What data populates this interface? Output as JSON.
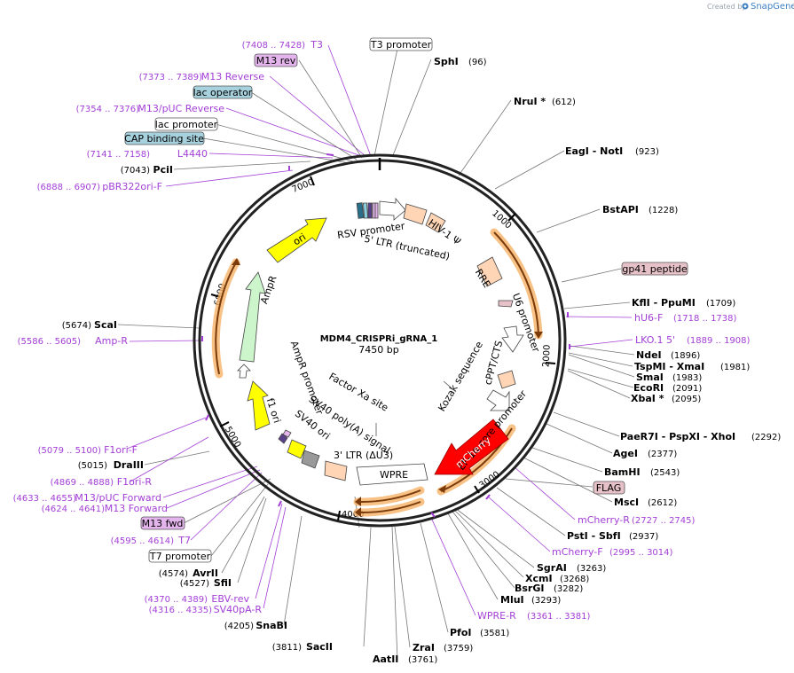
{
  "header": {
    "credit_prefix": "Created by",
    "brand": "SnapGene"
  },
  "map": {
    "name": "MDM4_CRISPRi_gRNA_1",
    "length_label": "7450 bp"
  },
  "ticks": [
    "1000",
    "2000",
    "3000",
    "4000",
    "5000",
    "6000",
    "7000"
  ],
  "sites": [
    {
      "name": "SphI",
      "pos": "(96)"
    },
    {
      "name": "NruI *",
      "pos": "(612)"
    },
    {
      "name": "EagI  - NotI",
      "pos": "(923)"
    },
    {
      "name": "BstAPI",
      "pos": "(1228)"
    },
    {
      "name": "KflI  - PpuMI",
      "pos": "(1709)"
    },
    {
      "name": "NdeI",
      "pos": "(1896)"
    },
    {
      "name": "TspMI  - XmaI",
      "pos": "(1981)"
    },
    {
      "name": "SmaI",
      "pos": "(1983)"
    },
    {
      "name": "EcoRI",
      "pos": "(2091)"
    },
    {
      "name": "XbaI *",
      "pos": "(2095)"
    },
    {
      "name": "PaeR7I  - PspXI  - XhoI",
      "pos": "(2292)"
    },
    {
      "name": "AgeI",
      "pos": "(2377)"
    },
    {
      "name": "BamHI",
      "pos": "(2543)"
    },
    {
      "name": "MscI",
      "pos": "(2612)"
    },
    {
      "name": "PstI  - SbfI",
      "pos": "(2937)"
    },
    {
      "name": "SgrAI",
      "pos": "(3263)"
    },
    {
      "name": "XcmI",
      "pos": "(3268)"
    },
    {
      "name": "BsrGI",
      "pos": "(3282)"
    },
    {
      "name": "MluI",
      "pos": "(3293)"
    },
    {
      "name": "PfoI",
      "pos": "(3581)"
    },
    {
      "name": "ZraI",
      "pos": "(3759)"
    },
    {
      "name": "AatII",
      "pos": "(3761)"
    },
    {
      "name": "SacII",
      "pos": "(3811)"
    },
    {
      "name": "SnaBI",
      "pos": "(4205)"
    },
    {
      "name": "SfiI",
      "pos": "(4527)"
    },
    {
      "name": "AvrII",
      "pos": "(4574)"
    },
    {
      "name": "DraIII",
      "pos": "(5015)"
    },
    {
      "name": "ScaI",
      "pos": "(5674)"
    },
    {
      "name": "PciI",
      "pos": "(7043)"
    }
  ],
  "primers": [
    {
      "name": "T3",
      "pos": "(7408 .. 7428)"
    },
    {
      "name": "M13 Reverse",
      "pos": "(7373 .. 7389)"
    },
    {
      "name": "M13/pUC Reverse",
      "pos": "(7354 .. 7376)"
    },
    {
      "name": "L4440",
      "pos": "(7141 .. 7158)"
    },
    {
      "name": "pBR322ori-F",
      "pos": "(6888 .. 6907)"
    },
    {
      "name": "hU6-F",
      "pos": "(1718 .. 1738)"
    },
    {
      "name": "LKO.1 5'",
      "pos": "(1889 .. 1908)"
    },
    {
      "name": "mCherry-R",
      "pos": "(2727 .. 2745)"
    },
    {
      "name": "mCherry-F",
      "pos": "(2995 .. 3014)"
    },
    {
      "name": "WPRE-R",
      "pos": "(3361 .. 3381)"
    },
    {
      "name": "Amp-R",
      "pos": "(5586 .. 5605)"
    },
    {
      "name": "F1ori-F",
      "pos": "(5079 .. 5100)"
    },
    {
      "name": "F1ori-R",
      "pos": "(4869 .. 4888)"
    },
    {
      "name": "M13/pUC Forward",
      "pos": "(4633 .. 4655)"
    },
    {
      "name": "M13 Forward",
      "pos": "(4624 .. 4641)"
    },
    {
      "name": "T7",
      "pos": "(4595 .. 4614)"
    },
    {
      "name": "EBV-rev",
      "pos": "(4370 .. 4389)"
    },
    {
      "name": "SV40pA-R",
      "pos": "(4316 .. 4335)"
    }
  ],
  "boxed_labels": [
    "T3 promoter",
    "M13 rev",
    "lac operator",
    "lac promoter",
    "CAP binding site",
    "gp41 peptide",
    "FLAG",
    "M13 fwd",
    "T7 promoter"
  ],
  "features": [
    "RSV promoter",
    "5' LTR (truncated)",
    "HIV-1 Ψ",
    "RRE",
    "U6 promoter",
    "cPPT/CTS",
    "Kozak sequence",
    "EF-1α core promoter",
    "mCherry",
    "WPRE",
    "3' LTR (ΔU3)",
    "SV40 poly(A) signal",
    "SV40 ori",
    "Factor Xa site",
    "f1 ori",
    "AmpR promoter",
    "AmpR",
    "ori"
  ],
  "colors": {
    "primer": "#a33fd6",
    "ampr": "#ccf5cc",
    "ori": "#ffff00",
    "ltr": "#ffd5b5",
    "mcherry": "#ff0000",
    "highlight": "#f6b266",
    "boxed_primer": "#e4b5ec",
    "boxed_blue": "#a6d1dd",
    "boxed_pink": "#e7c1c8"
  }
}
